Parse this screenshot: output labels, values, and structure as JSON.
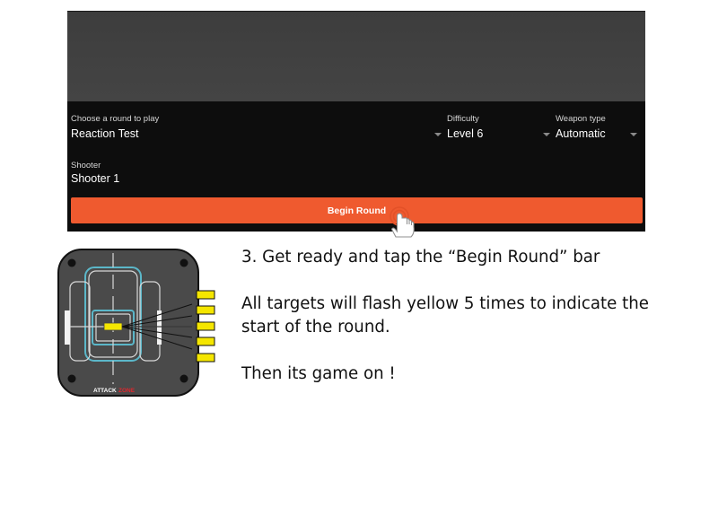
{
  "app": {
    "round_label": "Choose a round to play",
    "round_value": "Reaction Test",
    "difficulty_label": "Difficulty",
    "difficulty_value": "Level 6",
    "weapon_label": "Weapon type",
    "weapon_value": "Automatic",
    "shooter_label": "Shooter",
    "shooter_value": "Shooter 1",
    "begin_button_label": "Begin Round"
  },
  "device": {
    "logo_text": "ATTACK",
    "indicator_color": "#f5e600",
    "frame_color": "#4a4a4a",
    "outline_color": "#5bb7c9"
  },
  "instructions": {
    "step_text": "3. Get ready and tap the “Begin Round” bar",
    "flash_text": "All targets will flash yellow 5 times to indicate the start of the round.",
    "game_on_text": "Then its game on !"
  },
  "icons": {
    "tap": "pointing-hand-tap-icon",
    "dropdown": "dropdown-arrow-icon"
  }
}
